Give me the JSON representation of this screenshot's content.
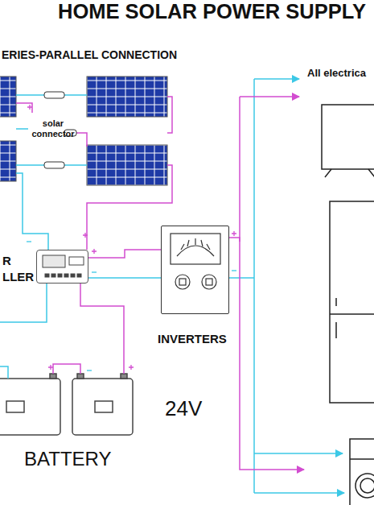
{
  "diagram": {
    "title": "HOME SOLAR POWER SUPPLY",
    "nodes": [
      {
        "text": [
          "R LLER"
        ]
      },
      {
        "text": [
          "INVERTERS"
        ]
      },
      {
        "text": [
          "24V",
          "BATTERY"
        ]
      },
      {
        "text": [
          "All electrica"
        ]
      }
    ],
    "edges": [
      {
        "from": 0,
        "to": 1,
        "arrow": "none"
      },
      {
        "from": 0,
        "to": 2,
        "arrow": "none"
      },
      {
        "from": 1,
        "to": 3,
        "arrow": "to"
      }
    ],
    "labels": [
      "ERIES-PARALLEL CONNECTION",
      "solar connector"
    ]
  }
}
